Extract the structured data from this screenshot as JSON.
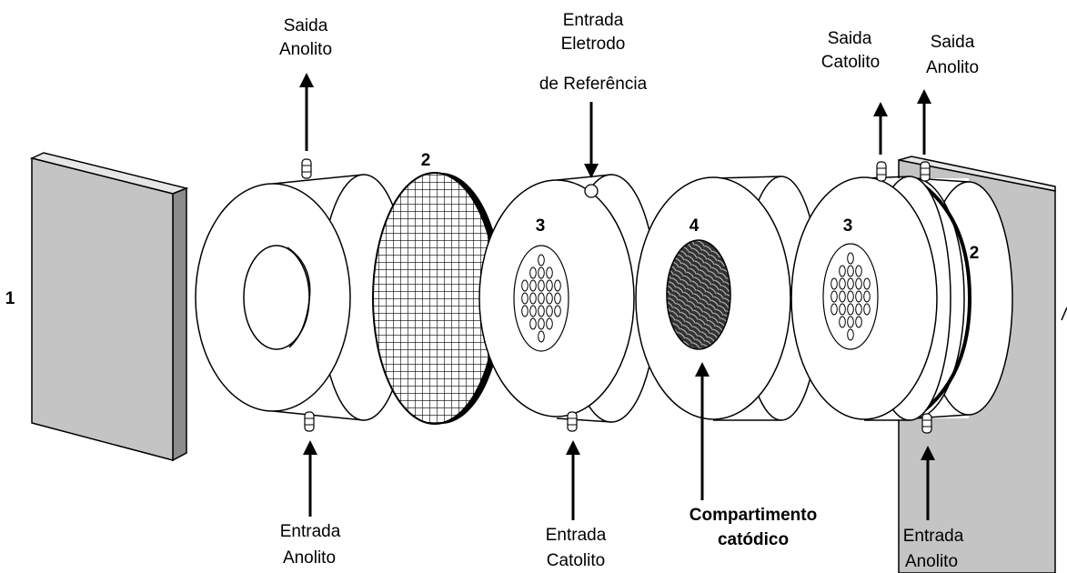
{
  "labels": {
    "top_left_saida_1": "Saida",
    "top_left_saida_2": "Anolito",
    "ref_1": "Entrada",
    "ref_2": "Eletrodo",
    "ref_3": "de Referência",
    "saida_catolito_1": "Saida",
    "saida_catolito_2": "Catolito",
    "saida_anolito_r_1": "Saida",
    "saida_anolito_r_2": "Anolito",
    "entrada_anolito_l_1": "Entrada",
    "entrada_anolito_l_2": "Anolito",
    "entrada_catolito_1": "Entrada",
    "entrada_catolito_2": "Catolito",
    "compartimento_1": "Compartimento",
    "compartimento_2": "catódico",
    "entrada_anolito_r_1": "Entrada",
    "entrada_anolito_r_2": "Anolito"
  },
  "numbers": {
    "n1_left": "1",
    "n2_mesh": "2",
    "n3_left": "3",
    "n4": "4",
    "n3_right": "3",
    "n2_right": "2"
  }
}
